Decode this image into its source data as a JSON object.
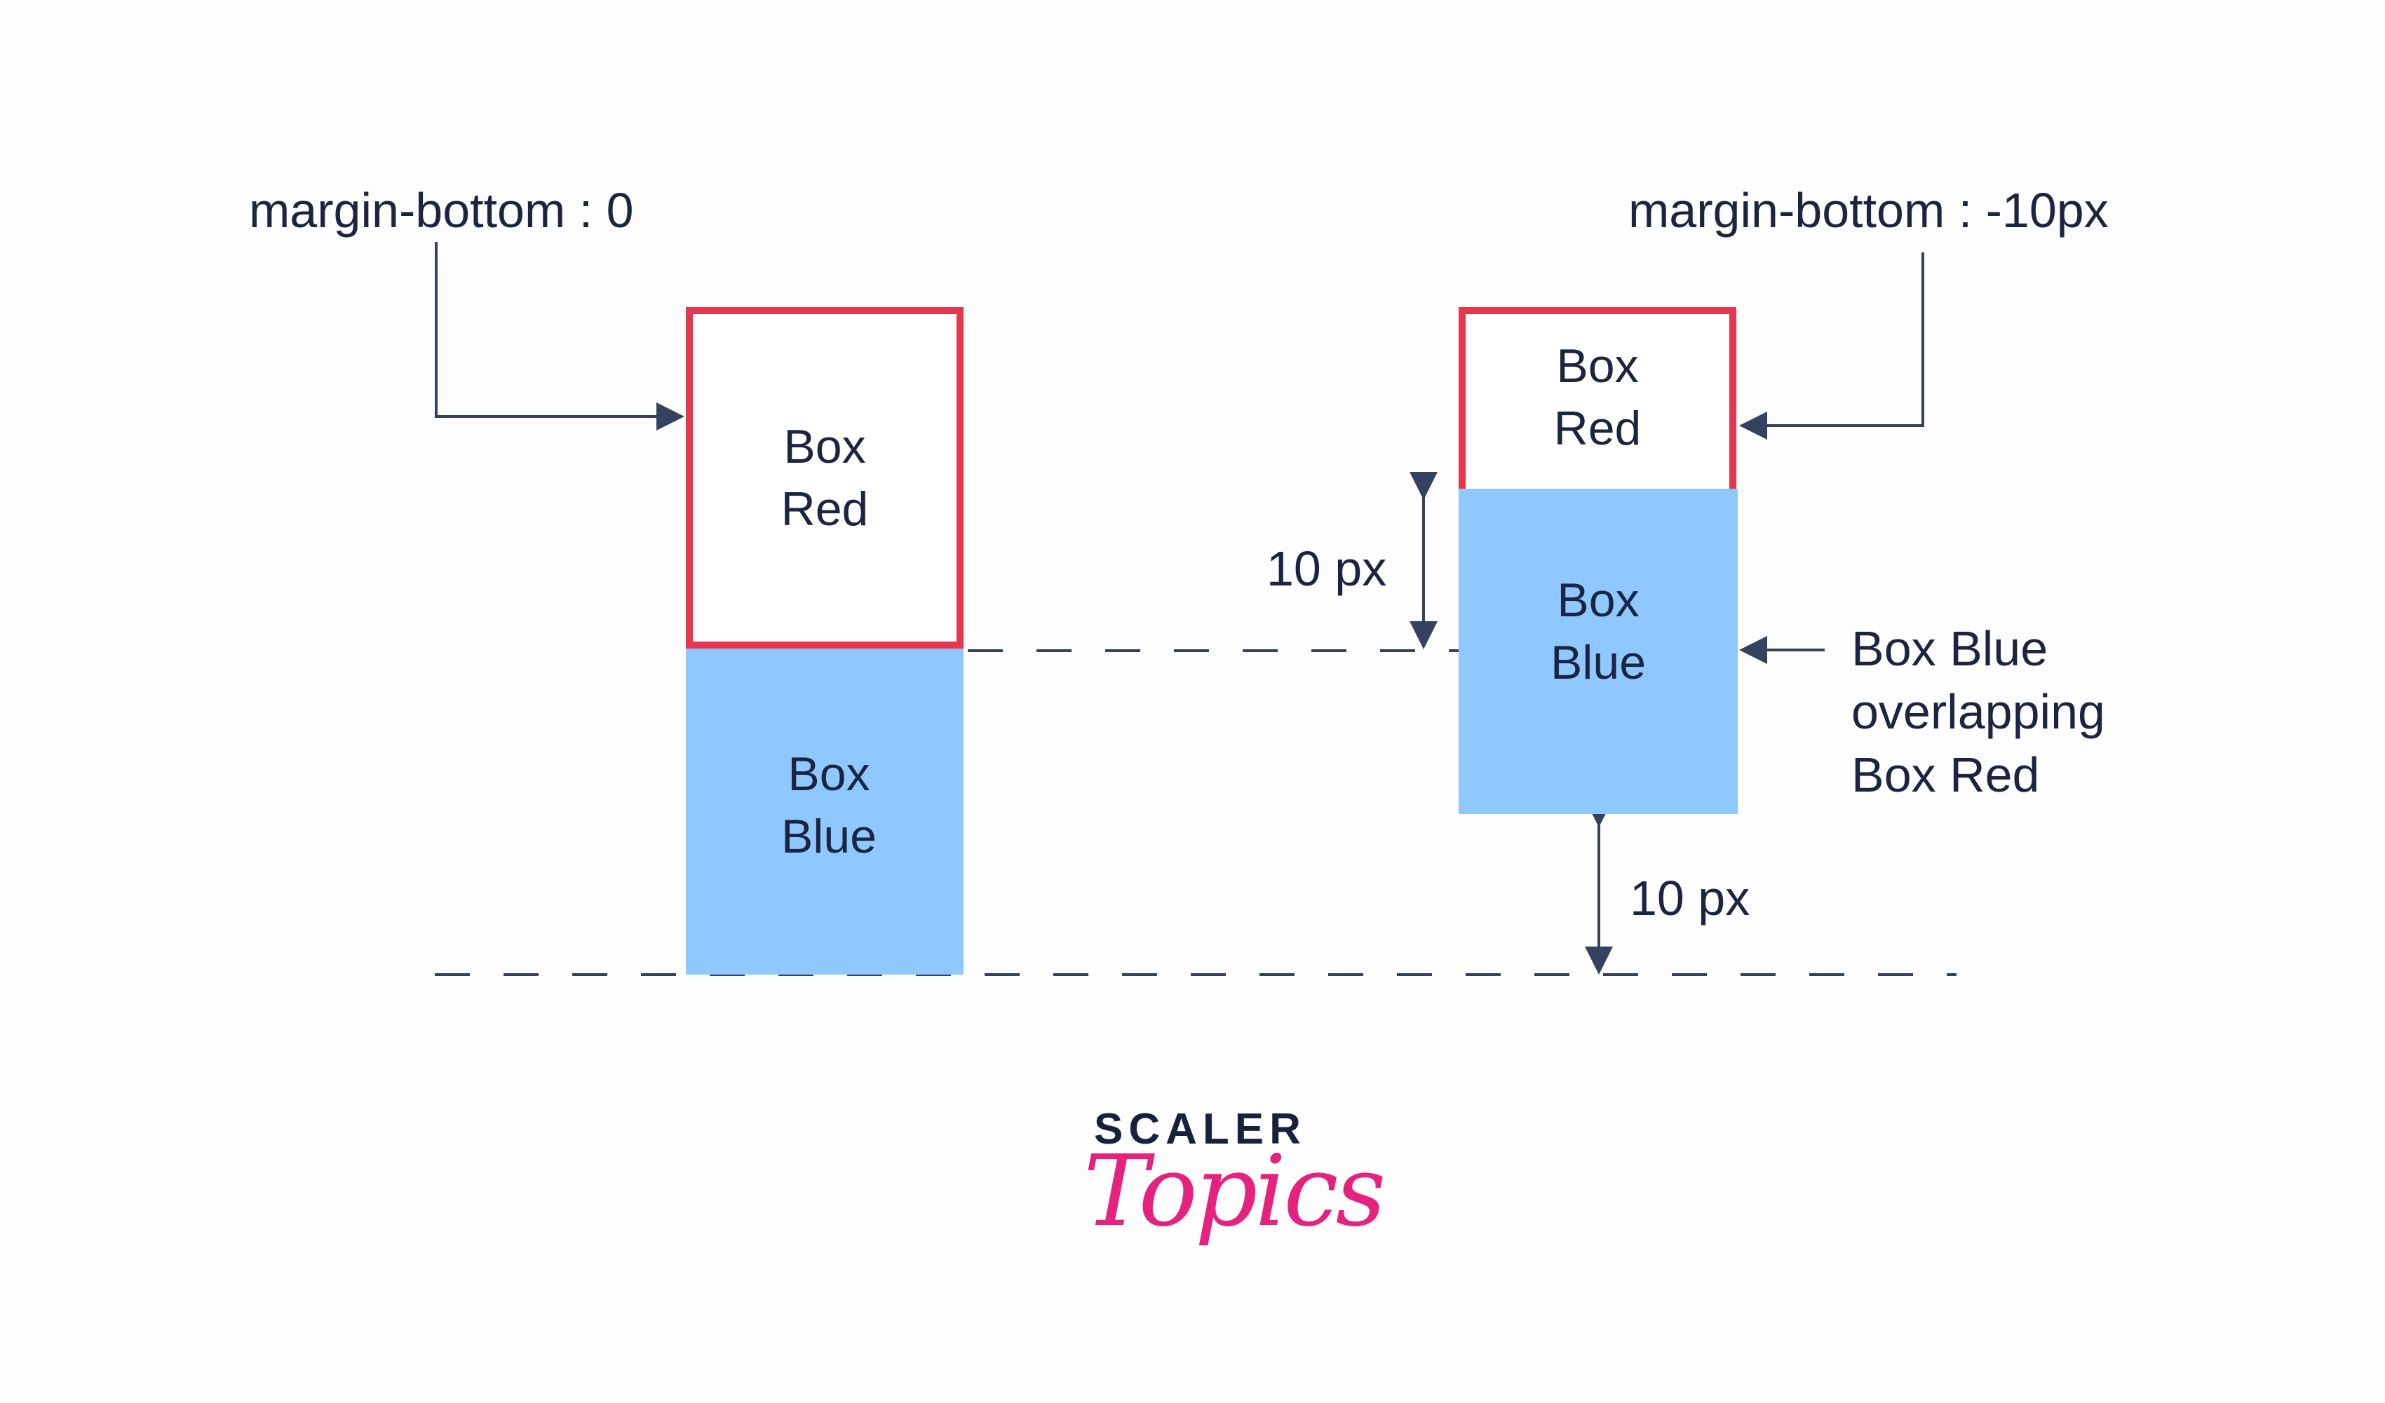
{
  "annotations": {
    "left_margin_label": "margin-bottom : 0",
    "right_margin_label": "margin-bottom : -10px",
    "overlap_offset_label": "10 px",
    "bottom_gap_label": "10 px",
    "overlap_note": "Box Blue\noverlapping\nBox Red"
  },
  "left_example": {
    "box_red_label": "Box\nRed",
    "box_blue_label": "Box\nBlue"
  },
  "right_example": {
    "box_red_label": "Box\nRed",
    "box_blue_label": "Box\nBlue"
  },
  "logo": {
    "top": "SCALER",
    "bottom": "Topics"
  },
  "colors": {
    "red_border": "#e7364d",
    "blue_fill": "#8ec8ff",
    "line": "#34425f",
    "text": "#1b2541",
    "logo_pink": "#e5227d"
  }
}
